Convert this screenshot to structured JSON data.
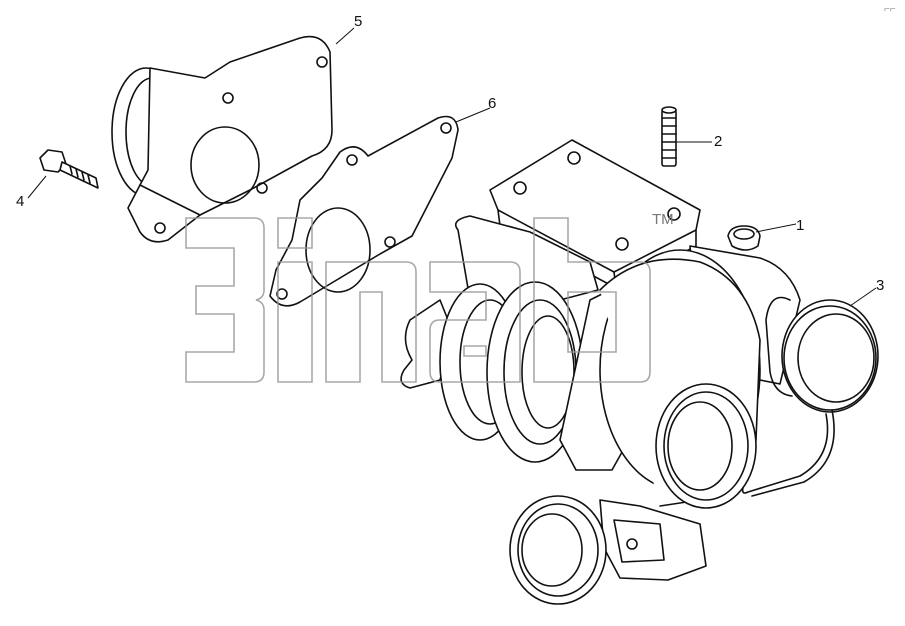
{
  "diagram": {
    "callouts": [
      {
        "id": "1",
        "label": "1"
      },
      {
        "id": "2",
        "label": "2"
      },
      {
        "id": "3",
        "label": "3"
      },
      {
        "id": "4",
        "label": "4"
      },
      {
        "id": "5",
        "label": "5"
      },
      {
        "id": "6",
        "label": "6"
      }
    ],
    "watermark": {
      "mark": "TM"
    },
    "corner_mark": "⌐⌐"
  }
}
